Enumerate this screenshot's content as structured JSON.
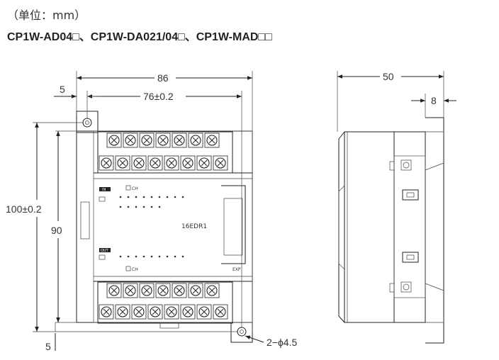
{
  "header": {
    "unit_label": "（单位：mm）",
    "models": "CP1W-AD04□、CP1W-DA021/04□、CP1W-MAD□□"
  },
  "dimensions": {
    "total_width": "86",
    "hole_pitch": "76±0.2",
    "left_offset": "5",
    "bottom_offset": "5",
    "total_height": "100±0.2",
    "body_height": "90",
    "depth": "50",
    "rail_width": "8",
    "holes": "2−ϕ4.5"
  },
  "labels": {
    "model_marking": "16EDR1",
    "in_label": "IN",
    "out_label": "OUT",
    "ch_upper": "CH",
    "ch_lower": "CH",
    "exp_label": "EXP"
  }
}
